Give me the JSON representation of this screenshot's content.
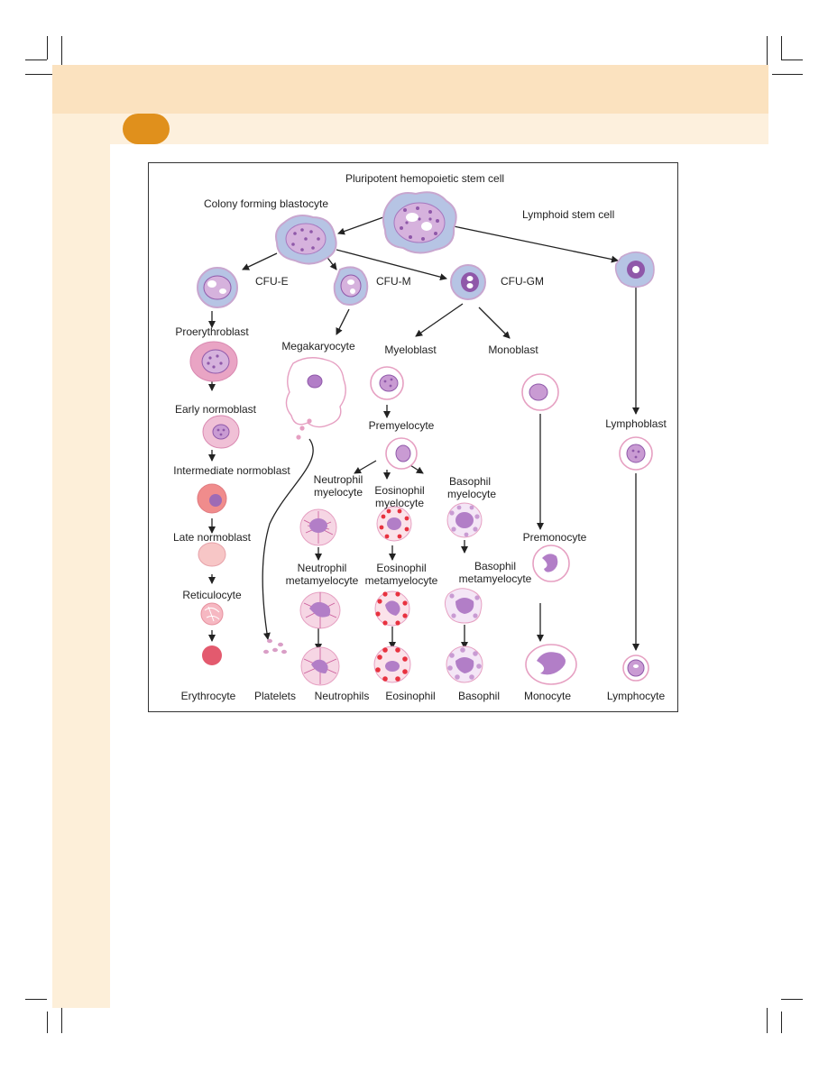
{
  "colors": {
    "page_band": "#fbe2bf",
    "side_strip": "#fdefd9",
    "badge": "#e0901c",
    "stem_cytoplasm": "#b6c4e4",
    "stem_outline": "#c8a6cf",
    "nucleus": "#9e6bb5",
    "erythro_pink": "#e9a4c4",
    "erythrocyte_red": "#e35a6e",
    "eosin_granule": "#e8323f",
    "baso_granule": "#b27ec7",
    "outline_pink": "#e6a0c2",
    "arrow": "#222222"
  },
  "labels": {
    "pluripotent": "Pluripotent hemopoietic stem cell",
    "colony": "Colony forming blastocyte",
    "lymphoid_stem": "Lymphoid stem cell",
    "cfu_e": "CFU-E",
    "cfu_m": "CFU-M",
    "cfu_gm": "CFU-GM",
    "proerythroblast": "Proerythroblast",
    "megakaryocyte": "Megakaryocyte",
    "myeloblast": "Myeloblast",
    "monoblast": "Monoblast",
    "early_normoblast": "Early normoblast",
    "premyelocyte": "Premyelocyte",
    "lymphoblast": "Lymphoblast",
    "intermediate_normoblast": "Intermediate normoblast",
    "neutrophil_myelocyte_1": "Neutrophil",
    "neutrophil_myelocyte_2": "myelocyte",
    "eosinophil_myelocyte_1": "Eosinophil",
    "eosinophil_myelocyte_2": "myelocyte",
    "basophil_myelocyte_1": "Basophil",
    "basophil_myelocyte_2": "myelocyte",
    "late_normoblast": "Late normoblast",
    "premonocyte": "Premonocyte",
    "neutrophil_meta_1": "Neutrophil",
    "neutrophil_meta_2": "metamyelocyte",
    "eosinophil_meta_1": "Eosinophil",
    "eosinophil_meta_2": "metamyelocyte",
    "basophil_meta_1": "Basophil",
    "basophil_meta_2": "metamyelocyte",
    "reticulocyte": "Reticulocyte",
    "erythrocyte": "Erythrocyte",
    "platelets": "Platelets",
    "neutrophils": "Neutrophils",
    "eosinophil": "Eosinophil",
    "basophil": "Basophil",
    "monocyte": "Monocyte",
    "lymphocyte": "Lymphocyte"
  }
}
